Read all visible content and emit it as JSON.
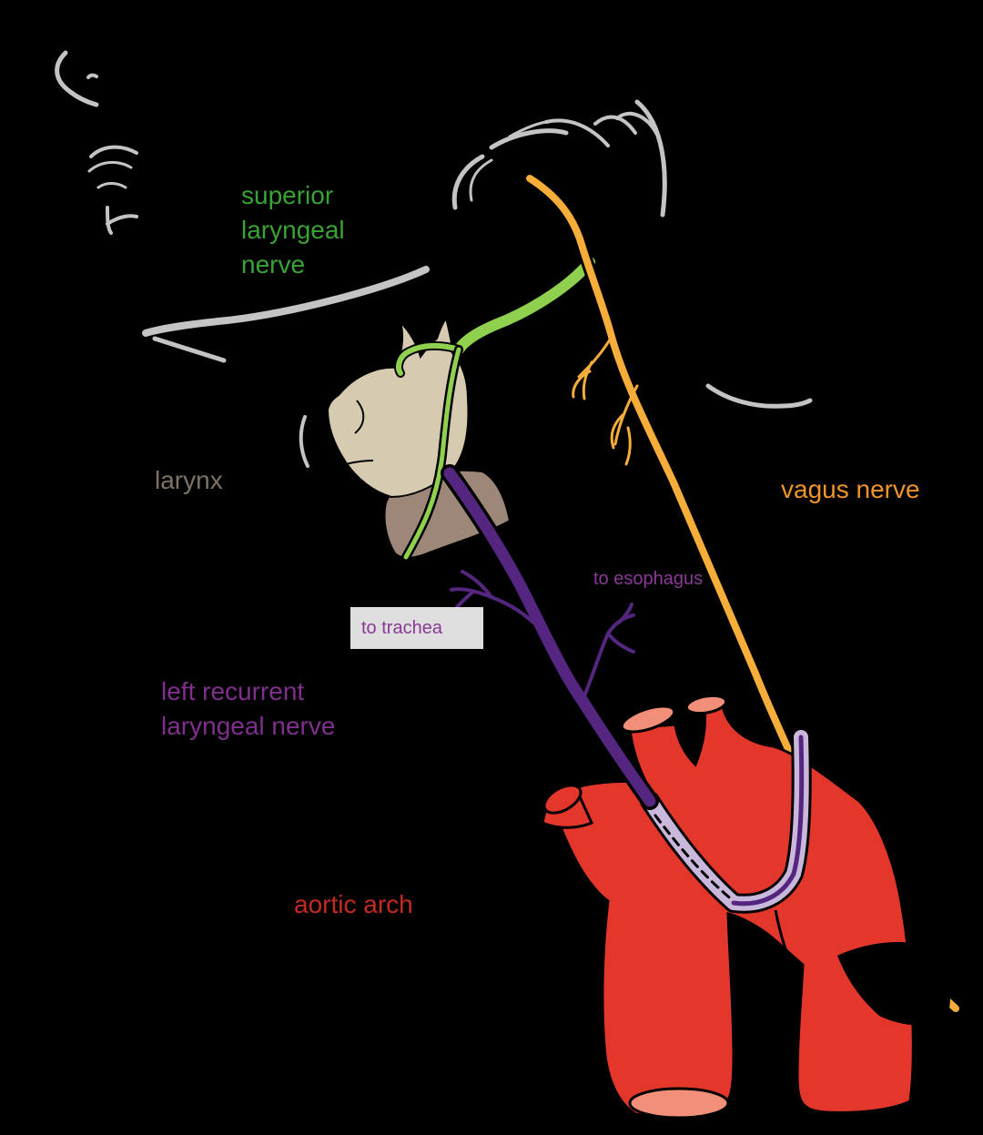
{
  "diagram": {
    "labels": {
      "superior_laryngeal": [
        "superior",
        "laryngeal",
        "nerve"
      ],
      "larynx": "larynx",
      "vagus": "vagus nerve",
      "left_recurrent": [
        "left recurrent",
        "laryngeal nerve"
      ],
      "to_esophagus": "to esophagus",
      "to_trachea": "to trachea",
      "aortic_arch": "aortic arch"
    },
    "colors": {
      "background": "#000000",
      "sketch_gray": "#c4c4c4",
      "superior_laryngeal_nerve": "#8fd14f",
      "vagus_nerve": "#f7ad3a",
      "recurrent_nerve": "#55267f",
      "recurrent_nerve_behind": "#c9b8db",
      "aorta": "#e3372b",
      "aorta_cut_ends": "#f28f78",
      "larynx_cartilage": "#d6cab0",
      "larynx_cricoid": "#9c8778"
    },
    "icons": [
      "head-sketch-outline",
      "aortic-arch-illustration"
    ]
  }
}
